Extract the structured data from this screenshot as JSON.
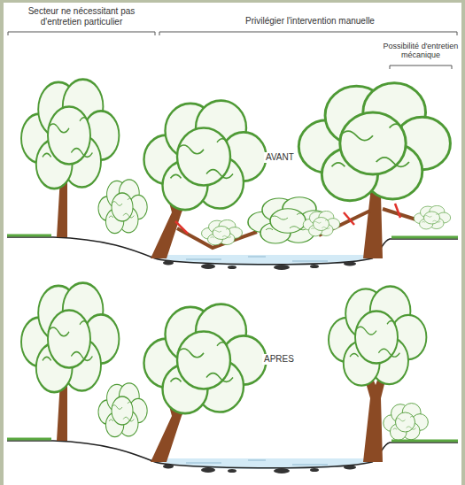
{
  "diagram": {
    "labels": [
      "Secteur ne nécessitant pas d'entretien particulier",
      "Privilégier l'intervention manuelle",
      "Possibilité d'entretien mécanique",
      "AVANT",
      "APRES"
    ]
  }
}
